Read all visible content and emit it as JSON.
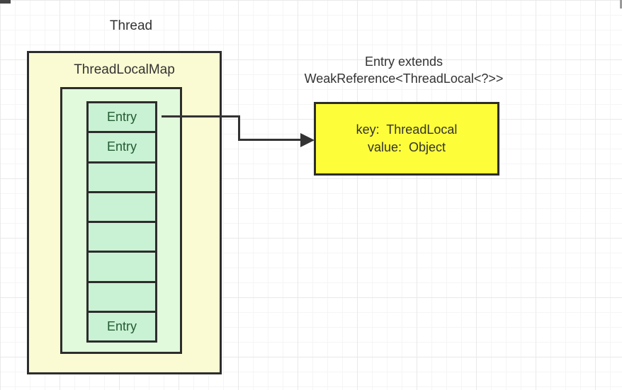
{
  "labels": {
    "thread": "Thread",
    "map_title": "ThreadLocalMap",
    "entry_heading": "Entry extends\nWeakReference<ThreadLocal<?>>"
  },
  "entry_array": {
    "cells": [
      {
        "label": "Entry"
      },
      {
        "label": "Entry"
      },
      {
        "label": ""
      },
      {
        "label": ""
      },
      {
        "label": ""
      },
      {
        "label": ""
      },
      {
        "label": ""
      },
      {
        "label": "Entry"
      }
    ]
  },
  "entry_detail": {
    "line1": "key:  ThreadLocal",
    "line2": "value:  Object"
  },
  "colors": {
    "outer_box_fill": "#fbfbd3",
    "inner_box_fill": "#e2fadc",
    "cell_fill": "#c9f1d3",
    "detail_box_fill": "#fdfd3a",
    "border": "#2d2d2d",
    "text": "#333333",
    "cell_text": "#235c33",
    "arrow": "#333333",
    "grid_minor": "#f5f5f5",
    "grid_major": "#e9e9e9"
  }
}
